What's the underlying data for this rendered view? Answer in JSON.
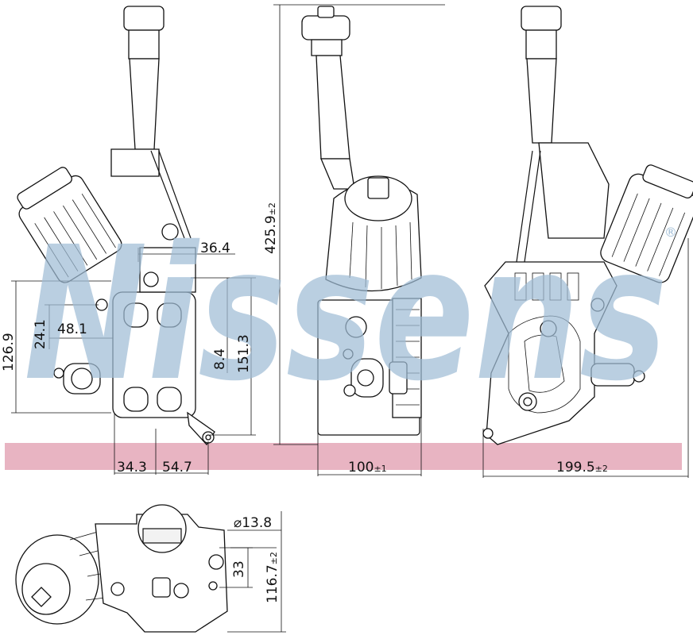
{
  "watermark": {
    "text": "Nissens",
    "color": "#9fbdd6"
  },
  "band": {
    "color": "#e8b4c2"
  },
  "dimensions": {
    "d_36_4": "36.4",
    "d_425_9": "425.9",
    "d_425_9_tol": "±2",
    "d_126_9": "126.9",
    "d_24_1": "24.1",
    "d_48_1": "48.1",
    "d_8_4": "8.4",
    "d_151_3": "151.3",
    "d_34_3": "34.3",
    "d_54_7": "54.7",
    "d_100": "100",
    "d_100_tol": "±1",
    "d_199_5": "199.5",
    "d_199_5_tol": "±2",
    "d_dia_13_8": "⌀13.8",
    "d_33": "33",
    "d_116_7": "116.7",
    "d_116_7_tol": "±2"
  },
  "icons": [
    "registered-mark-icon"
  ]
}
